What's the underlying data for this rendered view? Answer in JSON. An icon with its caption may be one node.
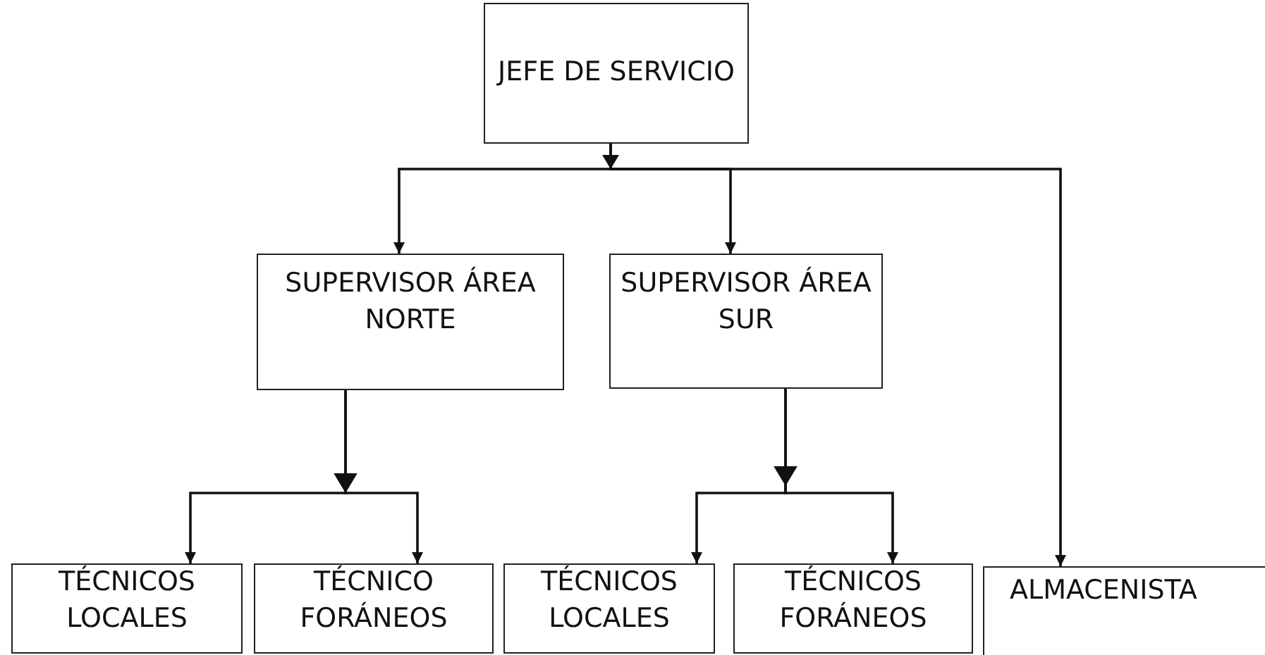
{
  "diagram": {
    "nodes": [
      {
        "text": [
          "JEFE DE SERVICIO"
        ]
      },
      {
        "text": [
          "SUPERVISOR ÁREA NORTE"
        ]
      },
      {
        "text": [
          "SUPERVISOR ÁREA SUR"
        ]
      },
      {
        "text": [
          "TÉCNICOS LOCALES"
        ]
      },
      {
        "text": [
          "TÉCNICO FORÁNEOS"
        ]
      },
      {
        "text": [
          "TÉCNICOS LOCALES"
        ]
      },
      {
        "text": [
          "TÉCNICOS FORÁNEOS"
        ]
      },
      {
        "text": [
          "ALMACENISTA"
        ]
      }
    ],
    "edges": [
      {
        "from": 0,
        "to": 1,
        "arrow": "to"
      },
      {
        "from": 0,
        "to": 2,
        "arrow": "to"
      },
      {
        "from": 0,
        "to": 7,
        "arrow": "to"
      },
      {
        "from": 1,
        "to": 3,
        "arrow": "to"
      },
      {
        "from": 1,
        "to": 4,
        "arrow": "to"
      },
      {
        "from": 2,
        "to": 5,
        "arrow": "to"
      },
      {
        "from": 2,
        "to": 6,
        "arrow": "to"
      }
    ]
  }
}
